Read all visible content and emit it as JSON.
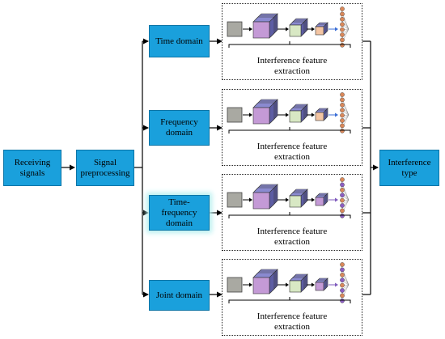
{
  "nodes": {
    "receiving": "Receiving\nsignals",
    "preprocessing": "Signal\npreprocessing",
    "time": "Time domain",
    "frequency": "Frequency\ndomain",
    "time_frequency": "Time-\nfrequency\ndomain",
    "joint": "Joint domain",
    "output": "Interference\ntype"
  },
  "feature_label": "Interference feature\nextraction",
  "colors": {
    "box_fill": "#1aa0dc",
    "box_border": "#0b74a6",
    "glow": "#b8f0f0",
    "input_block": "#a9a9a2",
    "block_purple": "#c49ad6",
    "block_green": "#d8e8c4",
    "block_orange": "#f4c5a3",
    "block_side": "#5d5da3",
    "neuron_orange": "#d9885a",
    "neuron_purple": "#8c5ec2",
    "arrow_blue": "#3b6ed6",
    "arrow_purple": "#7f5bbd"
  }
}
